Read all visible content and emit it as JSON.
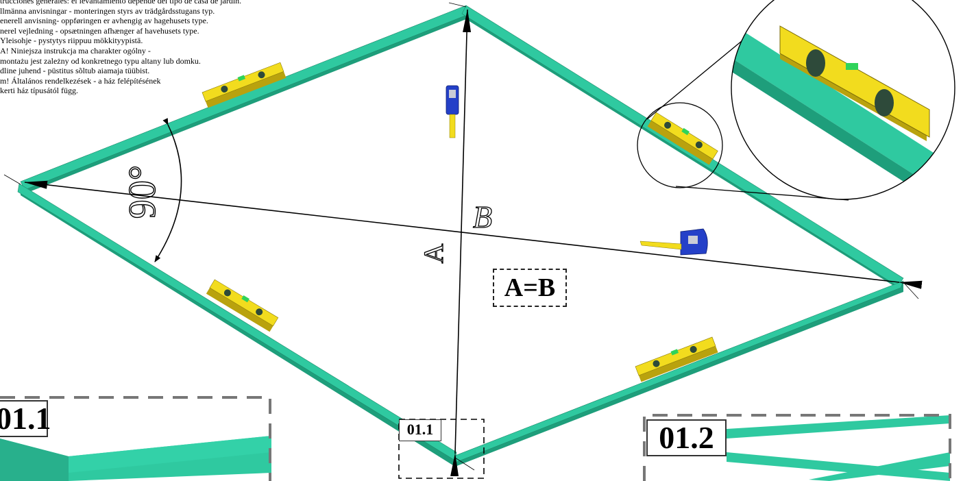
{
  "notes": [
    "trucciones generales: el levantamiento depende del tipo de casa de jardín.",
    "llmänna anvisningar - monteringen styrs av trädgårdsstugans typ.",
    "enerell anvisning- oppføringen er avhengig av hagehusets type.",
    "nerel vejledning - opsætningen afhænger af havehusets type.",
    "Yleisohje - pystytys riippuu mökkityypistä.",
    "A! Niniejsza instrukcja ma charakter ogólny -",
    "montażu jest zależny od konkretnego typu altany lub domku.",
    "dline juhend - püstitus sõltub aiamaja tüübist.",
    "m! Általános rendelkezések - a ház felépítésének",
    "kerti ház típusától függ."
  ],
  "labels": {
    "angle": "90°",
    "diagonal_a": "A",
    "diagonal_b": "B",
    "equation": "A=B",
    "detail_1": "01.1",
    "detail_2": "01.2",
    "detail_small": "01.1"
  },
  "colors": {
    "beam": "#2fc9a0",
    "beam_dark": "#1e9e7b",
    "level": "#f2dc1e",
    "level_dark": "#b9a20e",
    "tape": "#2440c8",
    "line": "#000000"
  },
  "icons": [
    "spirit-level-icon",
    "tape-measure-icon"
  ]
}
